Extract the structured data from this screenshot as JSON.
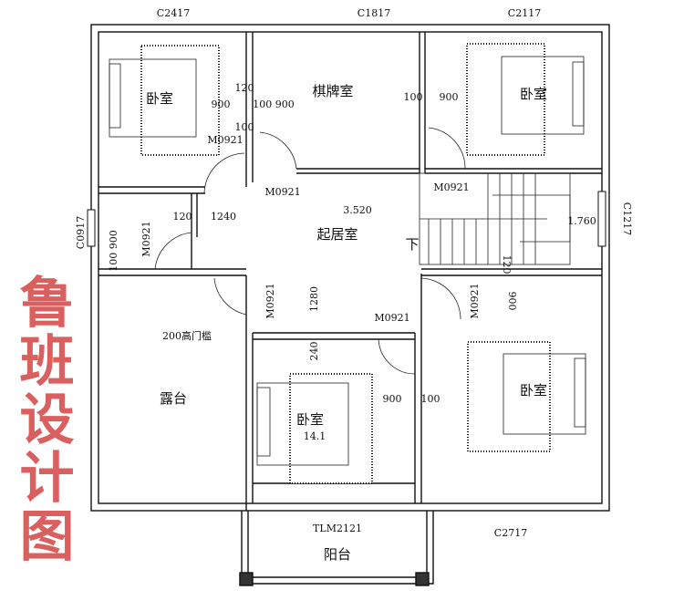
{
  "windows": {
    "top_left": "C2417",
    "top_mid": "C1817",
    "top_right": "C2117",
    "left": "C0917",
    "right": "C1217",
    "bottom_right": "C2717",
    "balcony_door": "TLM2121"
  },
  "rooms": {
    "bed_tl": "卧室",
    "card_room": "棋牌室",
    "bed_tr": "卧室",
    "living": "起居室",
    "terrace": "露台",
    "bed_bm": "卧室",
    "bed_bm_area": "14.1",
    "bed_br": "卧室",
    "balcony": "阳台",
    "stair_down": "下"
  },
  "levels": {
    "living": "3.520",
    "stair": "1.760"
  },
  "doors": {
    "d1": "M0921",
    "d2": "M0921",
    "d3": "M0921",
    "d4": "M0921",
    "d5": "M0921",
    "d6": "M0921",
    "d7": "M0921"
  },
  "dims": {
    "a": "120",
    "b": "900",
    "c": "100 900",
    "d": "100",
    "e": "1240",
    "f": "120",
    "g": "100 900",
    "h": "1280",
    "i": "240",
    "j": "900",
    "k": "100",
    "l": "900",
    "m": "120",
    "n": "100",
    "o": "900"
  },
  "notes": {
    "threshold": "200高门槛"
  },
  "watermark": "鲁班设计图"
}
